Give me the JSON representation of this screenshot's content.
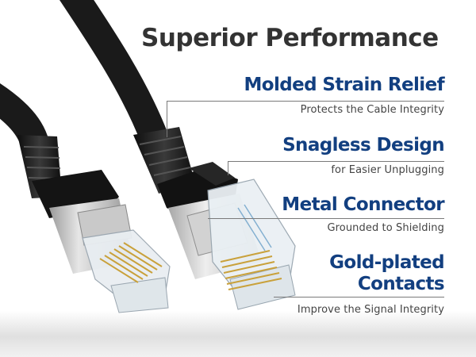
{
  "title": "Superior Performance",
  "features": [
    {
      "heading": "Molded Strain Relief",
      "description": "Protects the Cable Integrity"
    },
    {
      "heading": "Snagless Design",
      "description": "for Easier Unplugging"
    },
    {
      "heading": "Metal Connector",
      "description": "Grounded to Shielding"
    },
    {
      "heading_line1": "Gold-plated",
      "heading_line2": "Contacts",
      "description": "Improve the Signal Integrity"
    }
  ],
  "colors": {
    "title": "#333333",
    "heading": "#123f80",
    "cable": "#1c1c1c",
    "metal": "#d8d8d8",
    "gold_pins": "#c9a13b"
  },
  "icons": [
    "ethernet-cable-left",
    "ethernet-cable-right"
  ]
}
